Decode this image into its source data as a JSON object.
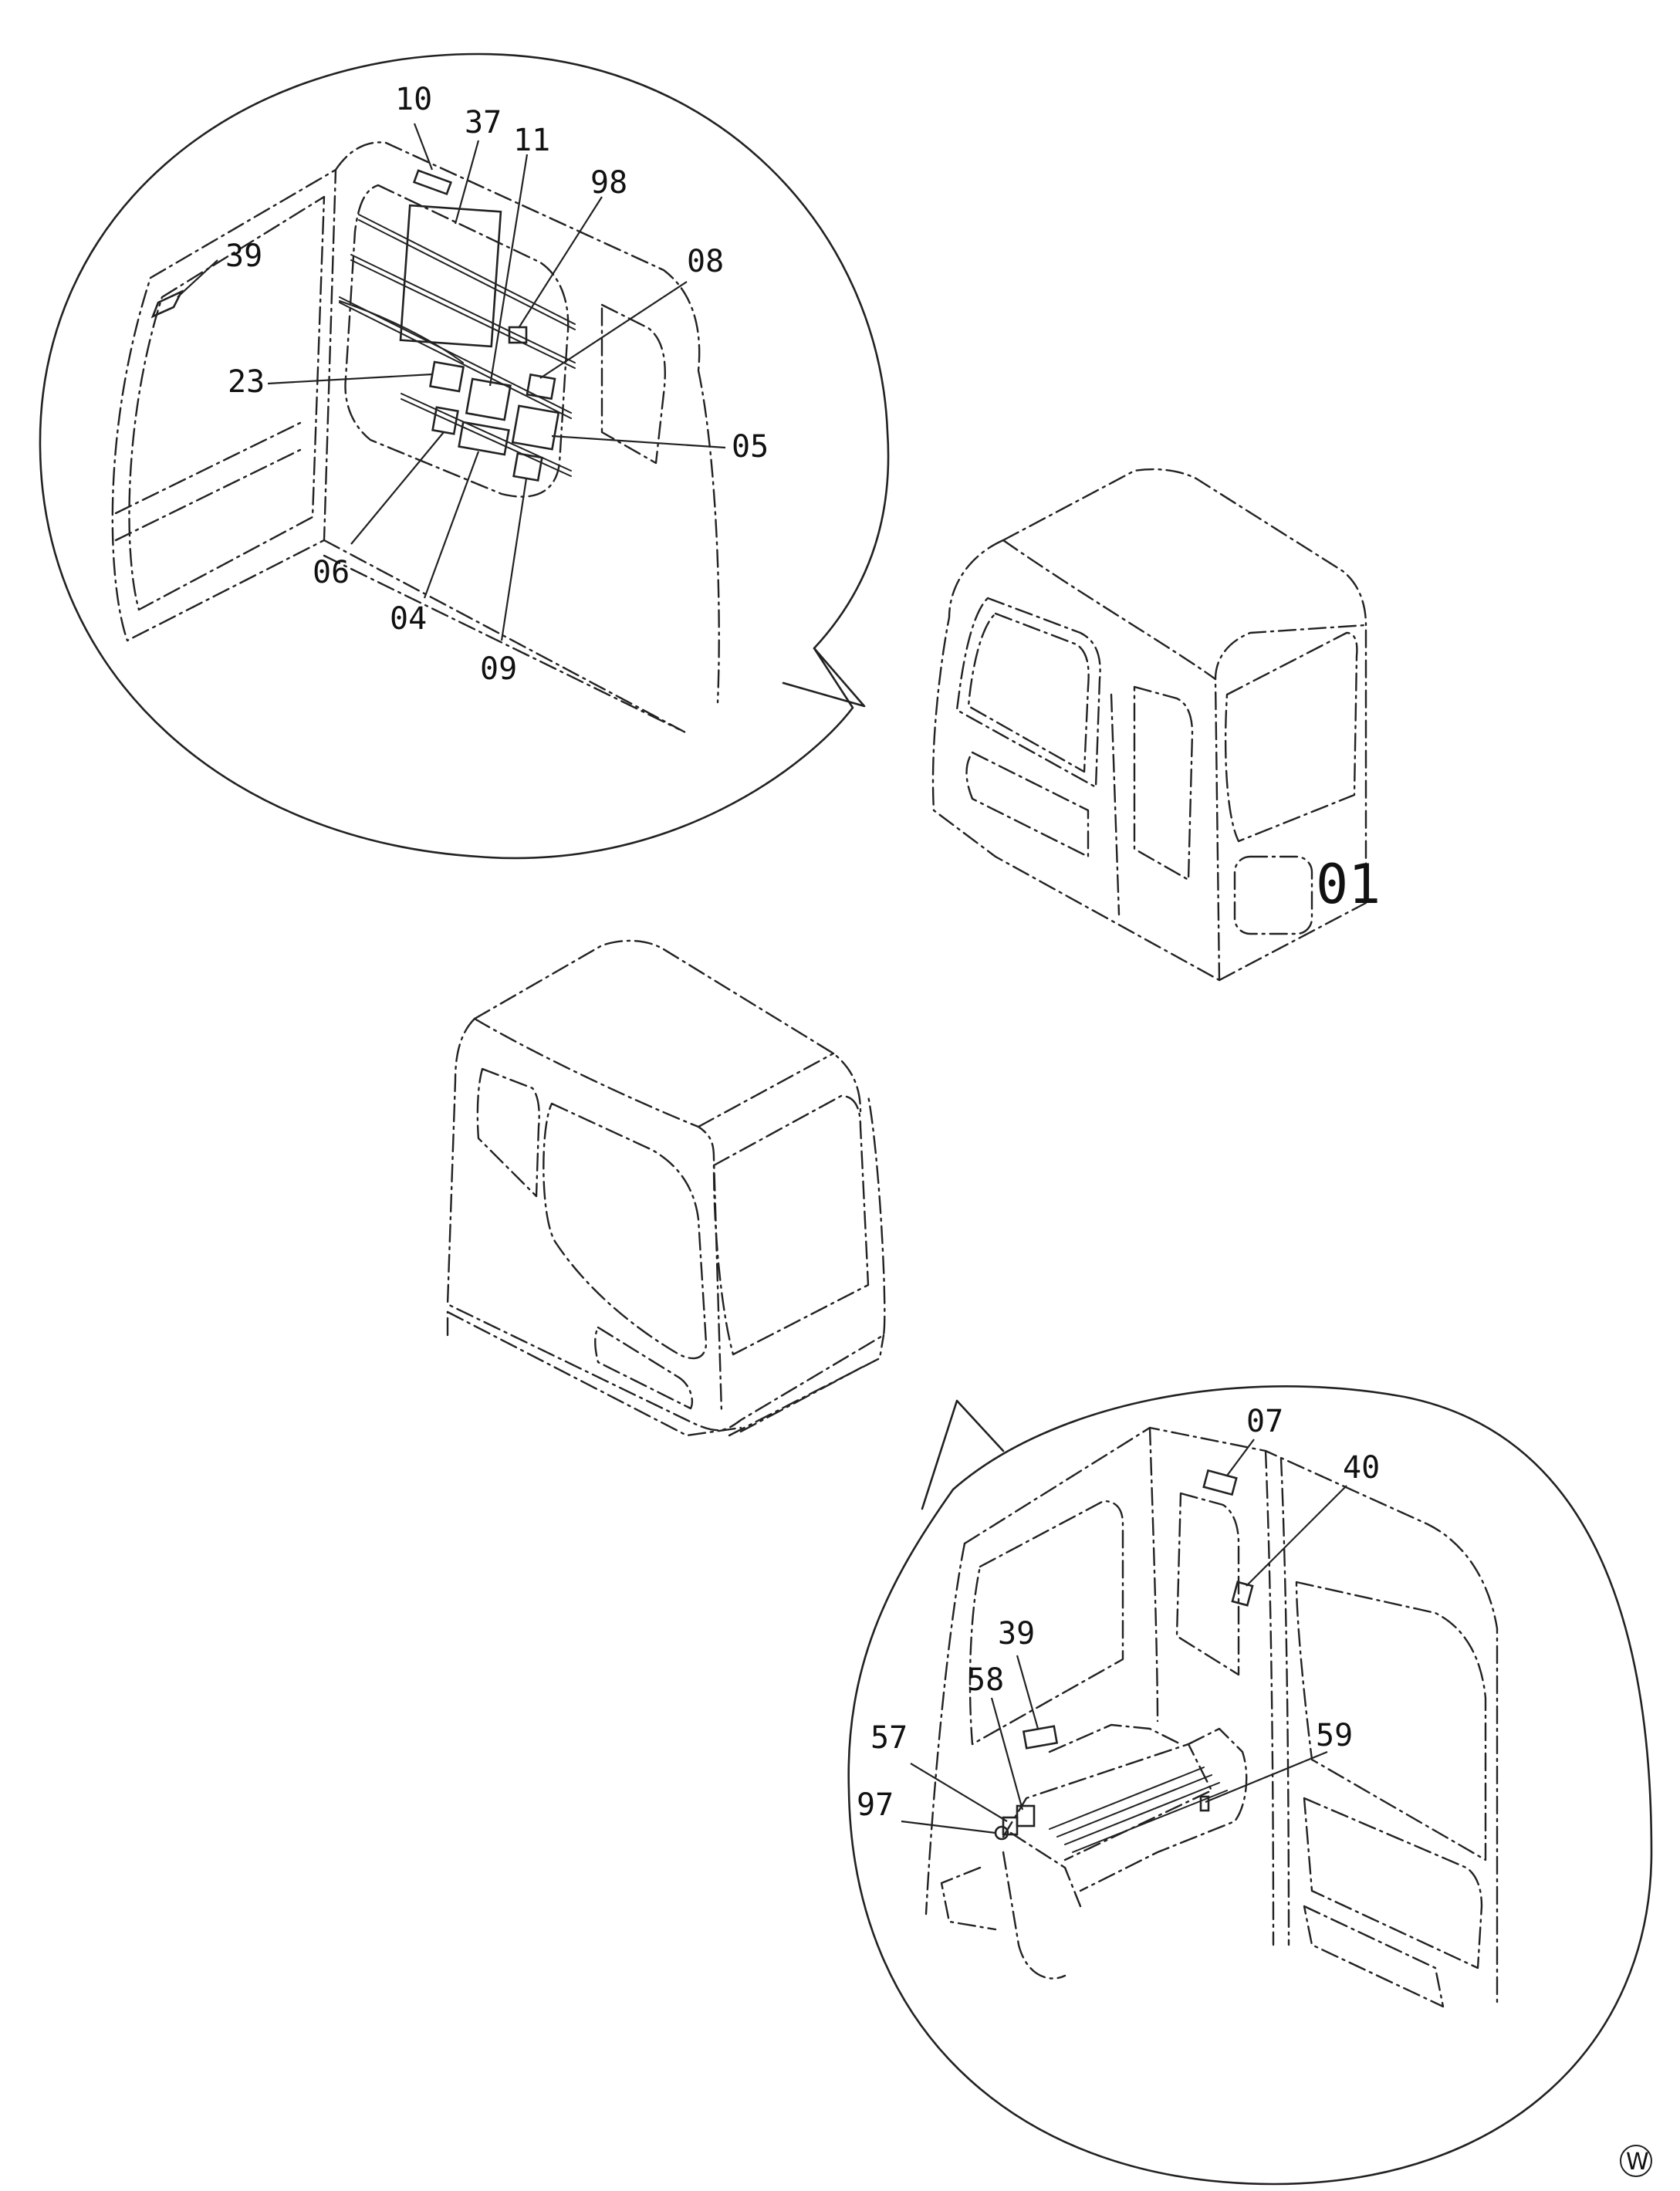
{
  "callouts_top": [
    {
      "id": "10",
      "text": "10"
    },
    {
      "id": "37",
      "text": "37"
    },
    {
      "id": "11",
      "text": "11"
    },
    {
      "id": "98",
      "text": "98"
    },
    {
      "id": "39",
      "text": "39"
    },
    {
      "id": "08",
      "text": "08"
    },
    {
      "id": "23",
      "text": "23"
    },
    {
      "id": "05",
      "text": "05"
    },
    {
      "id": "06",
      "text": "06"
    },
    {
      "id": "04",
      "text": "04"
    },
    {
      "id": "09",
      "text": "09"
    }
  ],
  "callouts_bottom": [
    {
      "id": "07",
      "text": "07"
    },
    {
      "id": "40",
      "text": "40"
    },
    {
      "id": "39",
      "text": "39"
    },
    {
      "id": "58",
      "text": "58"
    },
    {
      "id": "57",
      "text": "57"
    },
    {
      "id": "59",
      "text": "59"
    },
    {
      "id": "97",
      "text": "97"
    }
  ],
  "cab_marking": "01",
  "corner_mark": "W"
}
